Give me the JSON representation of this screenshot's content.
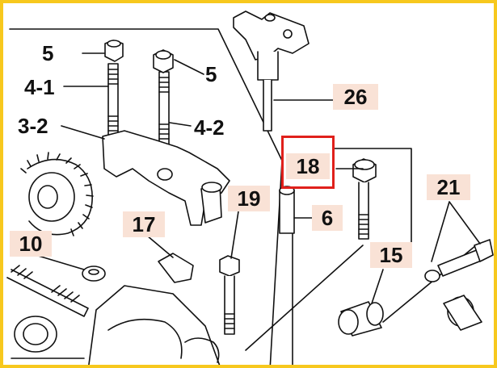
{
  "diagram": {
    "frame_color": "#f7c81d",
    "highlight_color": "#e0201b",
    "label_fill": "#f9e2d6",
    "labels": {
      "p5_left": "5",
      "p4_1": "4-1",
      "p5_right": "5",
      "p3_2": "3-2",
      "p4_2": "4-2",
      "p26": "26",
      "p18": "18",
      "p21": "21",
      "p19": "19",
      "p17": "17",
      "p6": "6",
      "p10": "10",
      "p15": "15"
    },
    "highlighted_part": "18"
  }
}
